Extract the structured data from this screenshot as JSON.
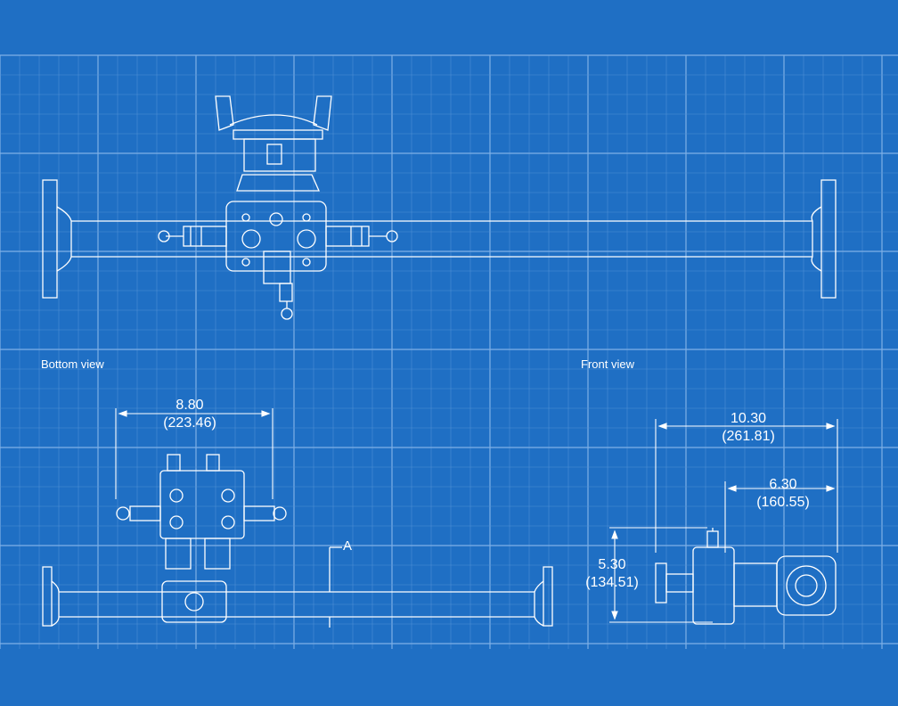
{
  "views": {
    "bottom": {
      "label": "Bottom view"
    },
    "front": {
      "label": "Front view"
    }
  },
  "dimensions": {
    "bottom_width": {
      "in": "8.80",
      "mm": "(223.46)"
    },
    "front_overall": {
      "in": "10.30",
      "mm": "(261.81)"
    },
    "front_partial": {
      "in": "6.30",
      "mm": "(160.55)"
    },
    "front_height": {
      "in": "5.30",
      "mm": "(134.51)"
    }
  },
  "section_marker": {
    "label": "A"
  },
  "colors": {
    "background": "#1f6fc4",
    "grid_minor": "#4e8fd6",
    "grid_major": "#7fb0e6",
    "line": "#ffffff"
  }
}
